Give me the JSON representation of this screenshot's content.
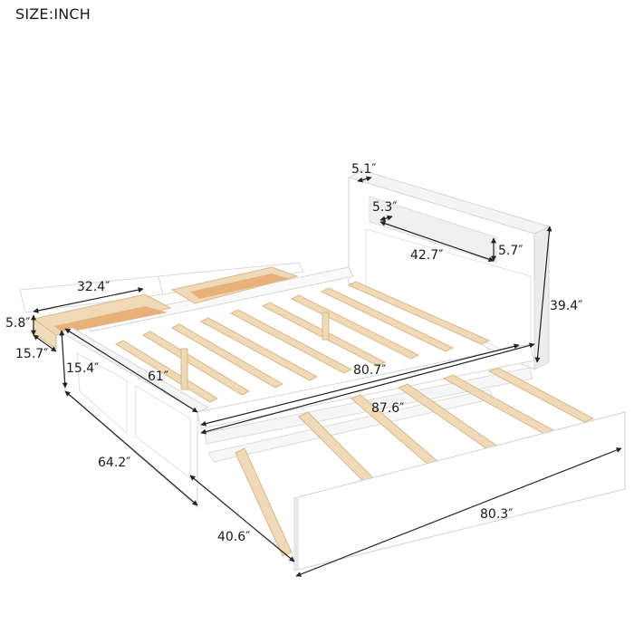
{
  "header": {
    "unit_label": "SIZE:INCH"
  },
  "colors": {
    "frame_white": "#ffffff",
    "frame_shade": "#eeeeee",
    "frame_edge": "#d6d6d6",
    "slat_wood": "#efd9b6",
    "slat_edge": "#d9b98a",
    "drawer_bottom": "#e8b07a",
    "dimension_line": "#222222"
  },
  "dimensions": {
    "headboard_depth": "5.1″",
    "shelf_depth": "5.3″",
    "shelf_length": "42.7″",
    "shelf_height": "5.7″",
    "headboard_height": "39.4″",
    "drawer_length": "32.4″",
    "drawer_height": "5.8″",
    "drawer_depth": "15.7″",
    "footboard_height": "15.4″",
    "inner_width": "61″",
    "inner_length": "80.7″",
    "overall_length": "87.6″",
    "overall_width": "64.2″",
    "trundle_width": "40.6″",
    "trundle_length": "80.3″"
  }
}
